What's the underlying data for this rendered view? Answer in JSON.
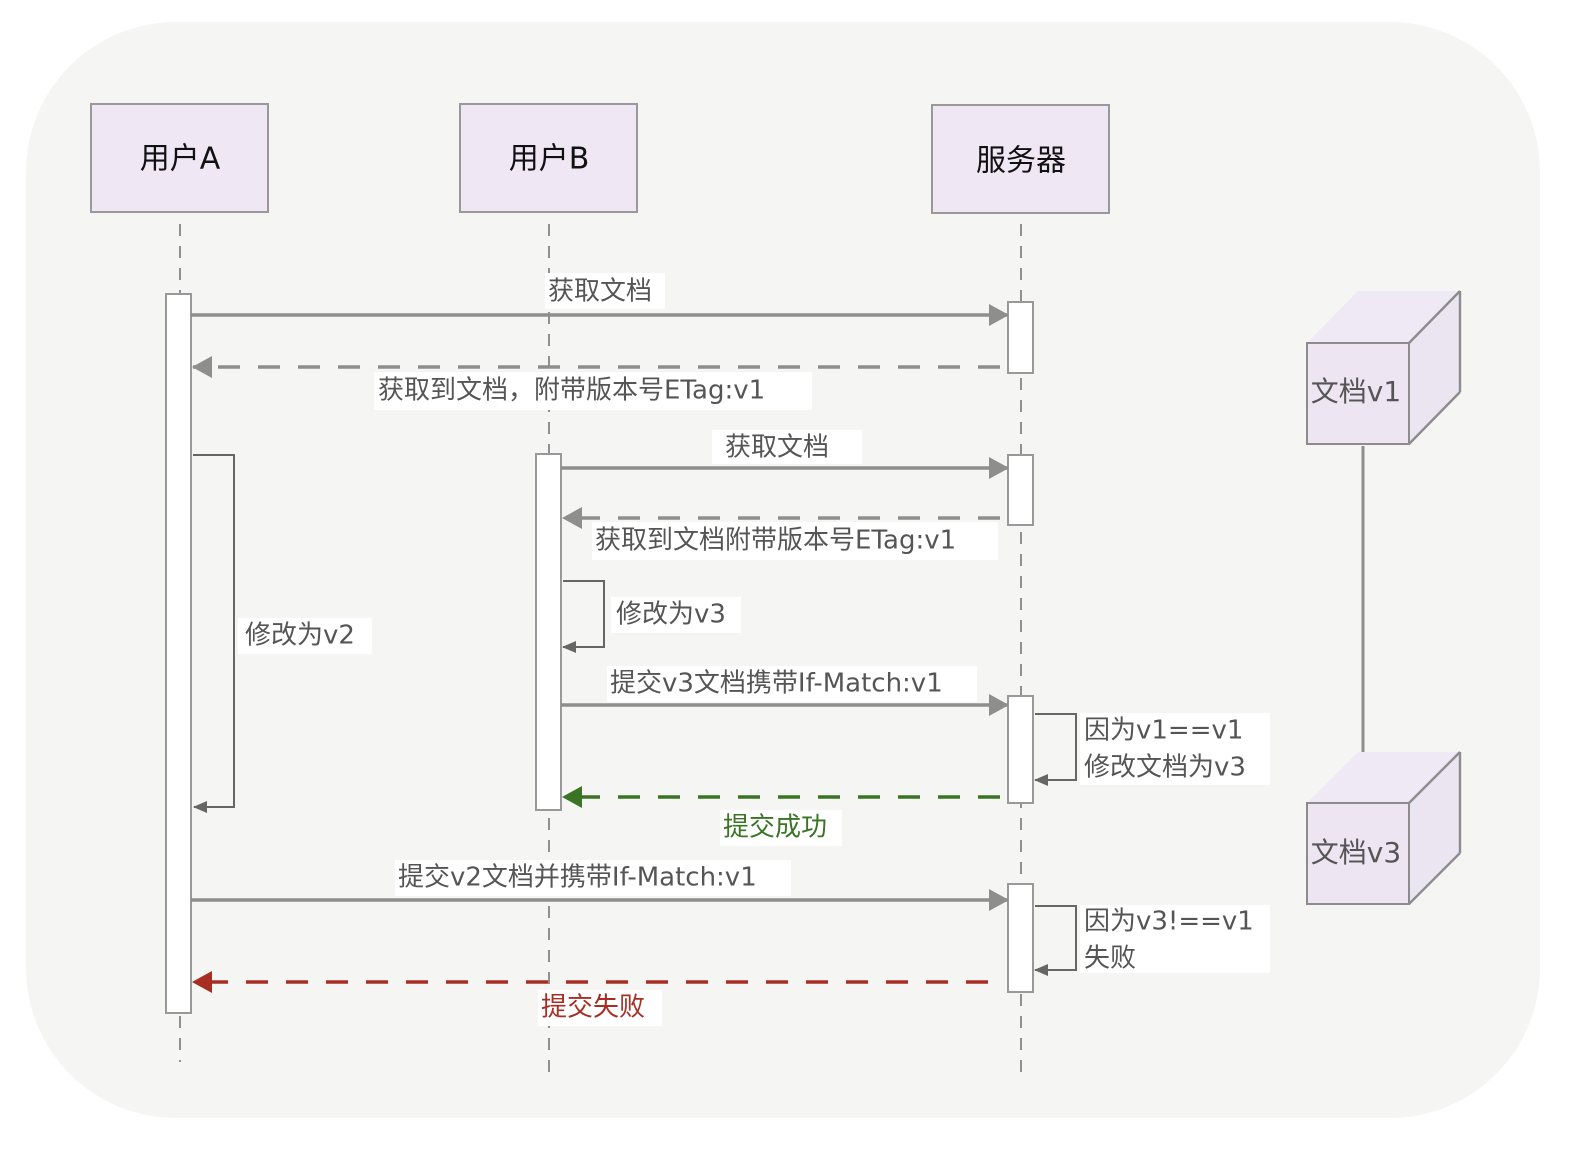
{
  "diagram": {
    "type": "sequence",
    "actors": [
      {
        "id": "userA",
        "label": "用户A"
      },
      {
        "id": "userB",
        "label": "用户B"
      },
      {
        "id": "server",
        "label": "服务器"
      }
    ],
    "messages": [
      {
        "from": "userA",
        "to": "server",
        "label": "获取文档",
        "style": "solid"
      },
      {
        "from": "server",
        "to": "userA",
        "label": "获取到文档，附带版本号ETag:v1",
        "style": "dashed"
      },
      {
        "from": "userB",
        "to": "server",
        "label": "获取文档",
        "style": "solid"
      },
      {
        "from": "server",
        "to": "userB",
        "label": "获取到文档附带版本号ETag:v1",
        "style": "dashed"
      },
      {
        "from": "userA",
        "to": "userA",
        "label": "修改为v2",
        "style": "self"
      },
      {
        "from": "userB",
        "to": "userB",
        "label": "修改为v3",
        "style": "self"
      },
      {
        "from": "userB",
        "to": "server",
        "label": "提交v3文档携带If-Match:v1",
        "style": "solid"
      },
      {
        "from": "server",
        "to": "server",
        "label_lines": [
          "因为v1==v1",
          "修改文档为v3"
        ],
        "style": "self"
      },
      {
        "from": "server",
        "to": "userB",
        "label": "提交成功",
        "style": "dashed",
        "color": "#3a7424"
      },
      {
        "from": "userA",
        "to": "server",
        "label": "提交v2文档并携带If-Match:v1",
        "style": "solid"
      },
      {
        "from": "server",
        "to": "server",
        "label_lines": [
          "因为v3!==v1",
          "失败"
        ],
        "style": "self"
      },
      {
        "from": "server",
        "to": "userA",
        "label": "提交失败",
        "style": "dashed",
        "color": "#a62e22"
      }
    ],
    "documents": [
      {
        "label": "文档v1"
      },
      {
        "label": "文档v3"
      }
    ],
    "colors": {
      "actor_fill": "#efe8f4",
      "success": "#3a7424",
      "failure": "#a62e22",
      "arrow": "#8e8e8e"
    }
  }
}
